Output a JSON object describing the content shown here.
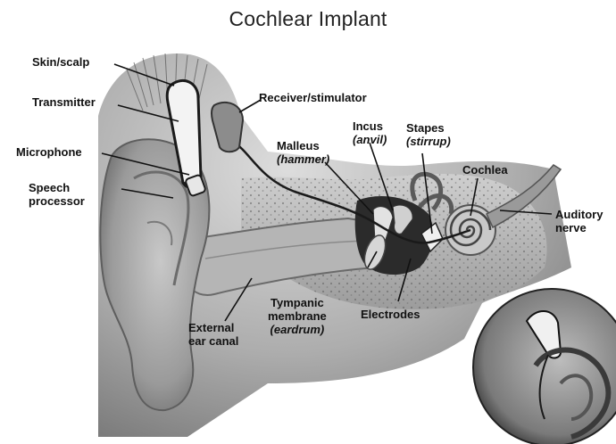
{
  "title": "Cochlear Implant",
  "labels": {
    "skin_scalp": "Skin/scalp",
    "transmitter": "Transmitter",
    "microphone": "Microphone",
    "speech_processor_1": "Speech",
    "speech_processor_2": "processor",
    "receiver_stimulator": "Receiver/stimulator",
    "malleus": "Malleus",
    "malleus_common": "(hammer)",
    "incus": "Incus",
    "incus_common": "(anvil)",
    "stapes": "Stapes",
    "stapes_common": "(stirrup)",
    "cochlea": "Cochlea",
    "auditory_nerve_1": "Auditory",
    "auditory_nerve_2": "nerve",
    "tympanic_1": "Tympanic",
    "tympanic_2": "membrane",
    "tympanic_common": "(eardrum)",
    "electrodes": "Electrodes",
    "external_canal_1": "External",
    "external_canal_2": "ear canal"
  },
  "colors": {
    "skin_dark": "#6e6e6e",
    "skin_mid": "#a8a8a8",
    "skin_light": "#d8d8d8",
    "bone": "#bfbfbf",
    "cavity": "#2a2a2a"
  }
}
